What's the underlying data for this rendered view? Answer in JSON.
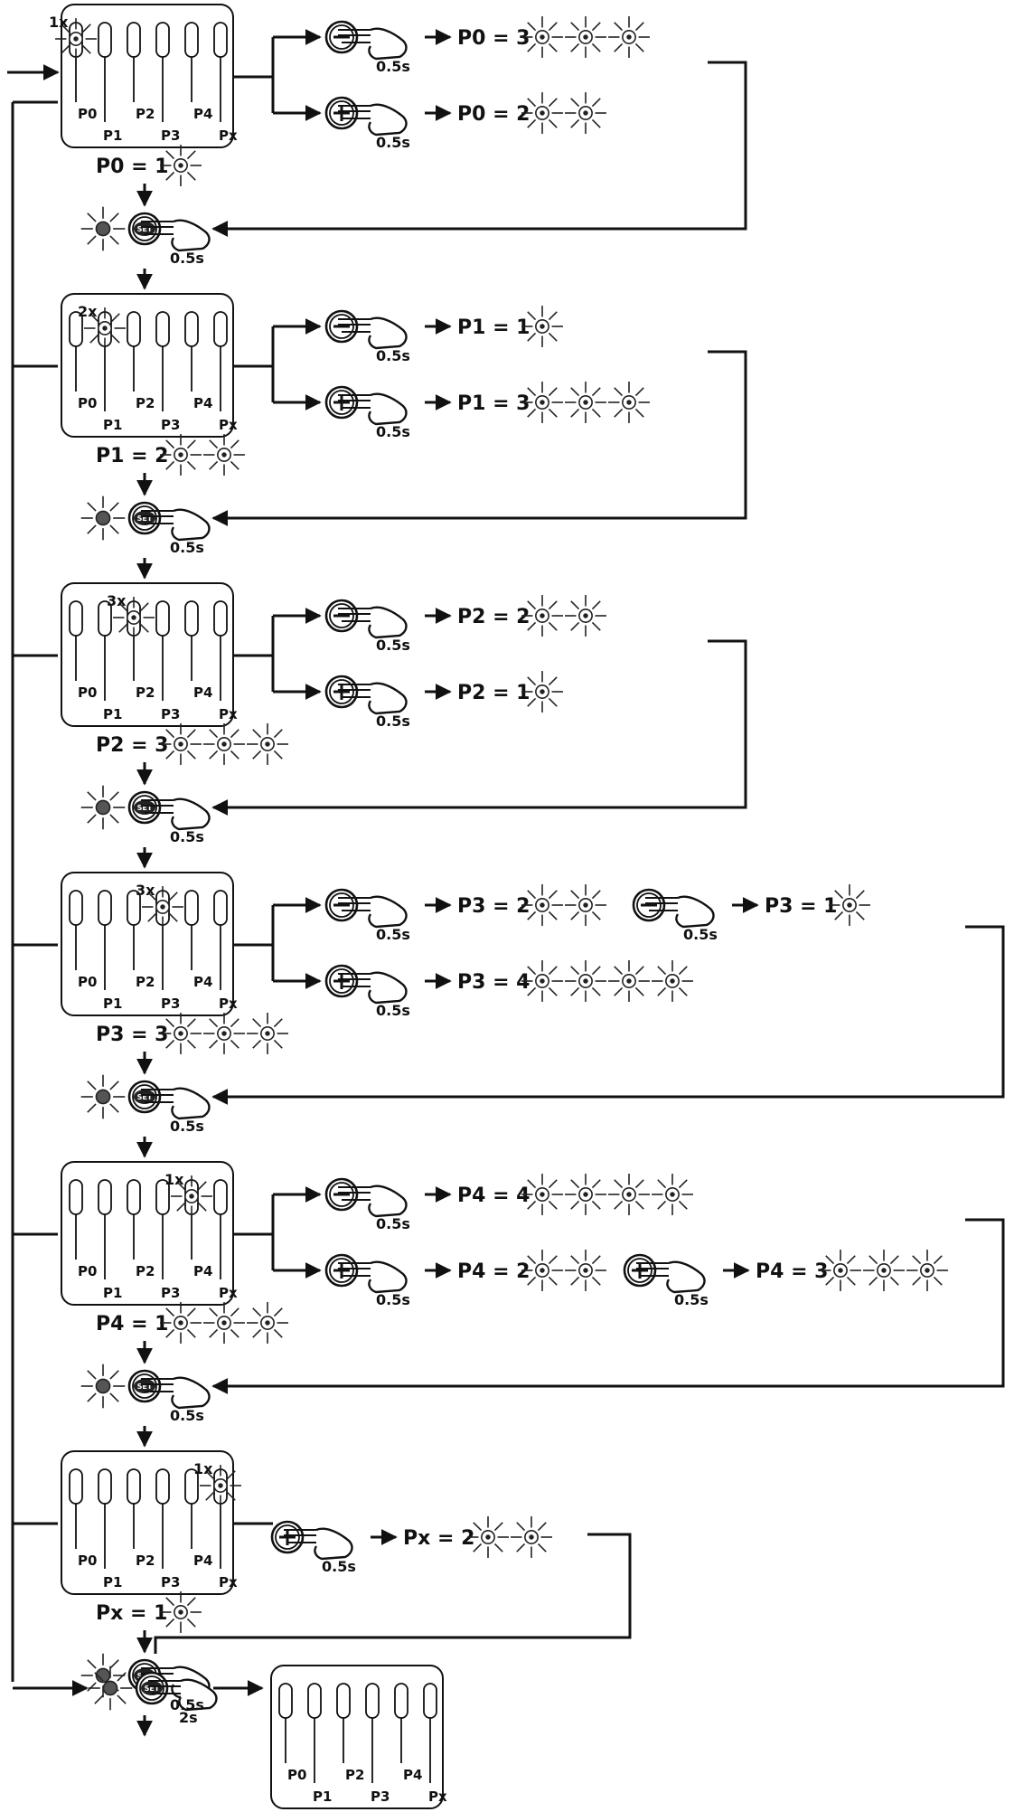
{
  "panel": {
    "labels_top": [
      "P0",
      "P2",
      "P4"
    ],
    "labels_bottom": [
      "P1",
      "P3",
      "Px"
    ]
  },
  "panels": [
    {
      "count": "1x"
    },
    {
      "count": "2x"
    },
    {
      "count": "3x"
    },
    {
      "count": "3x"
    },
    {
      "count": "1x"
    },
    {
      "count": "1x"
    },
    {
      "count": ""
    }
  ],
  "button_icons": {
    "minus": "minus-button-icon",
    "plus": "plus-button-icon",
    "set": "set-button-icon",
    "led": "blinking-led-icon"
  },
  "button_labels": {
    "set": "SET"
  },
  "durations": {
    "short": "0.5s",
    "long": "2s"
  },
  "steps": [
    {
      "result": "P0 = 1",
      "result_flashes": 1,
      "branches": [
        {
          "button": "minus",
          "result": "P0 = 3",
          "flashes": 3
        },
        {
          "button": "plus",
          "result": "P0 = 2",
          "flashes": 2
        }
      ]
    },
    {
      "result": "P1 = 2",
      "result_flashes": 2,
      "branches": [
        {
          "button": "minus",
          "result": "P1 = 1",
          "flashes": 1
        },
        {
          "button": "plus",
          "result": "P1 = 3",
          "flashes": 3
        }
      ]
    },
    {
      "result": "P2 = 3",
      "result_flashes": 3,
      "branches": [
        {
          "button": "minus",
          "result": "P2 = 2",
          "flashes": 2
        },
        {
          "button": "plus",
          "result": "P2 = 1",
          "flashes": 1
        }
      ]
    },
    {
      "result": "P3 = 3",
      "result_flashes": 3,
      "branches": [
        {
          "button": "minus",
          "result": "P3 = 2",
          "flashes": 2
        },
        {
          "button": "plus",
          "result": "P3 = 4",
          "flashes": 4
        }
      ],
      "extra": {
        "button": "minus",
        "result": "P3 = 1",
        "flashes": 1
      }
    },
    {
      "result": "P4 = 1",
      "result_flashes": 3,
      "branches": [
        {
          "button": "minus",
          "result": "P4 = 4",
          "flashes": 4
        },
        {
          "button": "plus",
          "result": "P4 = 2",
          "flashes": 2
        }
      ],
      "extra": {
        "button": "plus",
        "result": "P4 = 3",
        "flashes": 3
      }
    },
    {
      "result": "Px = 1",
      "result_flashes": 1,
      "branches": [
        {
          "button": "plus",
          "result": "Px = 2",
          "flashes": 2
        }
      ]
    }
  ]
}
